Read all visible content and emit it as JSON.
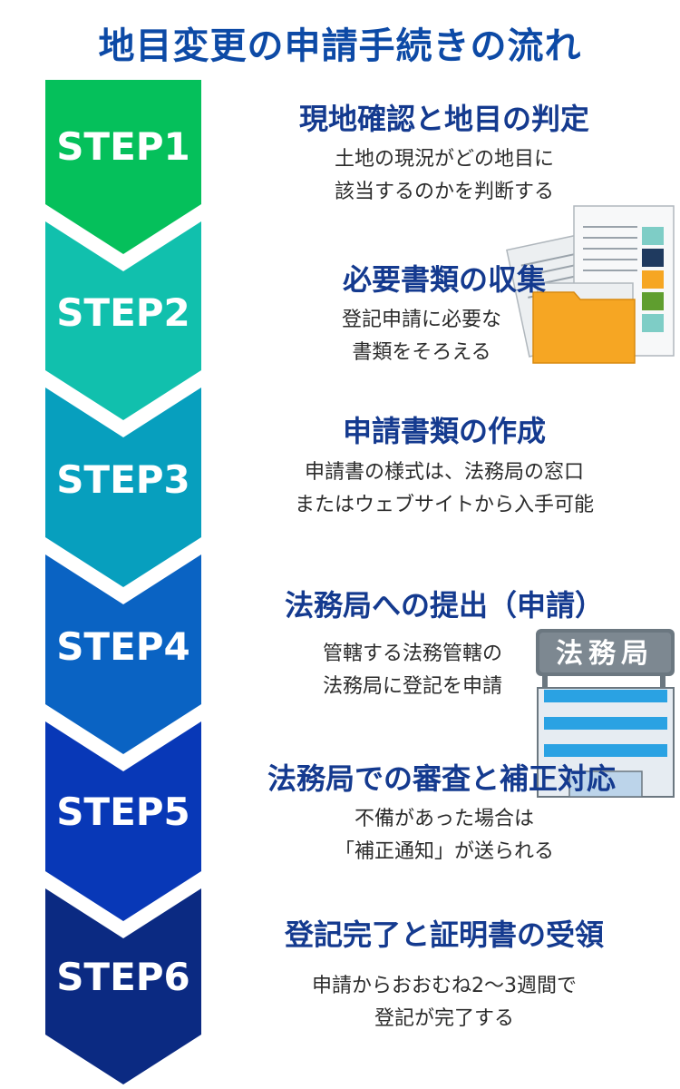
{
  "title": "地目変更の申請手続きの流れ",
  "colors": {
    "title": "#0d4aa6",
    "step_title": "#143a8f",
    "steps": [
      "#05c05b",
      "#11c0ad",
      "#079fbe",
      "#0a63c3",
      "#0838b7",
      "#0b2a82"
    ]
  },
  "steps": [
    {
      "label": "STEP1",
      "title": "現地確認と地目の判定",
      "desc": [
        "土地の現況がどの地目に",
        "該当するのかを判断する"
      ]
    },
    {
      "label": "STEP2",
      "title": "必要書類の収集",
      "desc": [
        "登記申請に必要な",
        "書類をそろえる"
      ]
    },
    {
      "label": "STEP3",
      "title": "申請書類の作成",
      "desc": [
        "申請書の様式は、法務局の窓口",
        "またはウェブサイトから入手可能"
      ]
    },
    {
      "label": "STEP4",
      "title": "法務局への提出（申請）",
      "desc": [
        "管轄する法務管轄の",
        "法務局に登記を申請"
      ]
    },
    {
      "label": "STEP5",
      "title": "法務局での審査と補正対応",
      "desc": [
        "不備があった場合は",
        "「補正通知」が送られる"
      ]
    },
    {
      "label": "STEP6",
      "title": "登記完了と証明書の受領",
      "desc": [
        "申請からおおむね2〜3週間で",
        "登記が完了する"
      ]
    }
  ],
  "building_sign": "法務局",
  "icons": {
    "documents": "document-folder-icon",
    "building": "legal-office-building-icon"
  }
}
